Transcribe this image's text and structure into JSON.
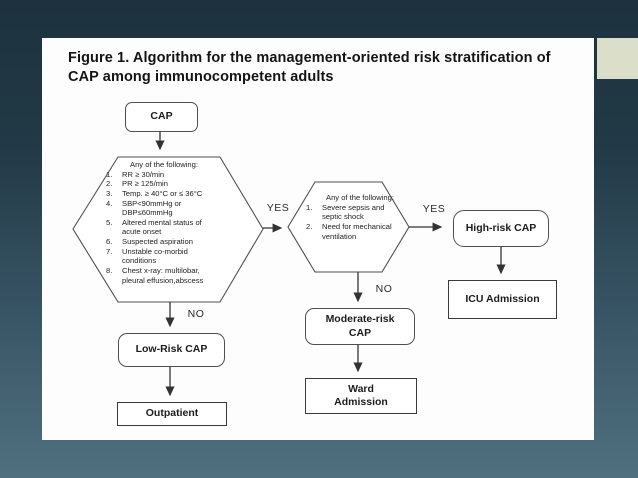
{
  "slide": {
    "title": "Figure 1. Algorithm for the management-oriented risk stratification of\nCAP among immunocompetent adults"
  },
  "flowchart": {
    "start": {
      "label": "CAP"
    },
    "decision1": {
      "header": "Any of the following:",
      "items": [
        {
          "num": "1.",
          "text": "RR ≥ 30/min"
        },
        {
          "num": "2.",
          "text": "PR ≥ 125/min"
        },
        {
          "num": "3.",
          "text": "Temp. ≥ 40°C or ≤ 36°C"
        },
        {
          "num": "4.",
          "text": "SBP<90mmHg or\nDBP≤60mmHg"
        },
        {
          "num": "5.",
          "text": "Altered mental status of\nacute onset"
        },
        {
          "num": "6.",
          "text": "Suspected aspiration"
        },
        {
          "num": "7.",
          "text": "Unstable co-morbid\nconditions"
        },
        {
          "num": "8.",
          "text": "Chest x-ray: multilobar,\npleural effusion,abscess"
        }
      ]
    },
    "decision2": {
      "header": "Any of the following:",
      "items": [
        {
          "num": "1.",
          "text": "Severe sepsis and\nseptic shock"
        },
        {
          "num": "2.",
          "text": "Need for mechanical\nventilation"
        }
      ]
    },
    "labels": {
      "yes1": "YES",
      "yes2": "YES",
      "no1": "NO",
      "no2": "NO"
    },
    "outcomes": {
      "high_risk": "High-risk CAP",
      "icu": "ICU Admission",
      "moderate_risk": "Moderate-risk\nCAP",
      "ward": "Ward\nAdmission",
      "low_risk": "Low-Risk CAP",
      "outpatient": "Outpatient"
    }
  },
  "colors": {
    "background_top": "#1d323e",
    "background_bottom": "#50707f",
    "slide": "#fdfdfd",
    "corner_tab": "#dbdfc9",
    "line": "#4f4f4f",
    "text": "#1c1c1c"
  }
}
